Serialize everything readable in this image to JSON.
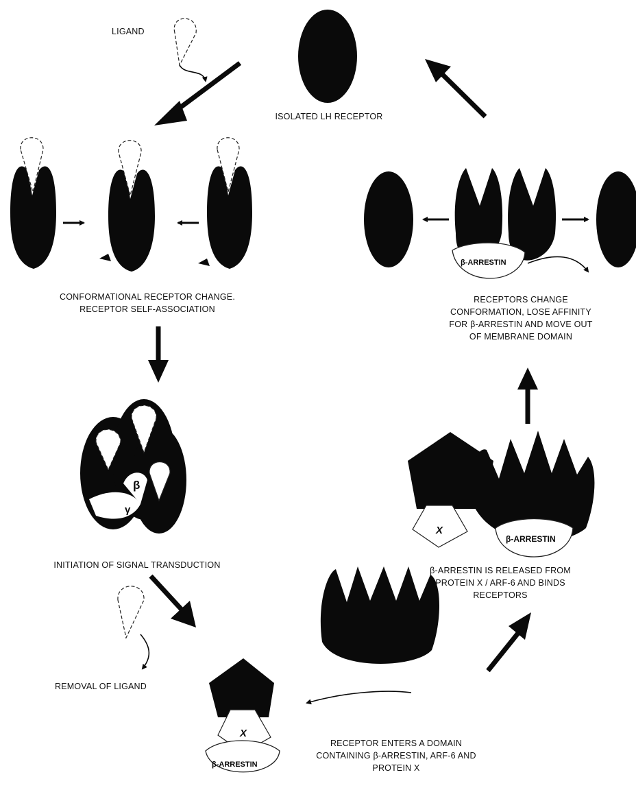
{
  "colors": {
    "ink": "#0a0a0a",
    "paper": "#ffffff"
  },
  "labels": {
    "ligand_top": "LIGAND",
    "isolated": "ISOLATED LH RECEPTOR",
    "conformational_1": "CONFORMATIONAL RECEPTOR CHANGE.",
    "conformational_2": "RECEPTOR SELF-ASSOCIATION",
    "initiation": "INITIATION OF SIGNAL TRANSDUCTION",
    "removal": "REMOVAL OF LIGAND",
    "enters_1": "RECEPTOR ENTERS A DOMAIN",
    "enters_2": "CONTAINING β-ARRESTIN, ARF-6 AND",
    "enters_3": "PROTEIN X",
    "released_1": "β-ARRESTIN IS RELEASED FROM",
    "released_2": "PROTEIN X / ARF-6 AND BINDS",
    "released_3": "RECEPTORS",
    "change_1": "RECEPTORS CHANGE",
    "change_2": "CONFORMATION, LOSE AFFINITY",
    "change_3": "FOR β-ARRESTIN  AND  MOVE OUT",
    "change_4": "OF MEMBRANE DOMAIN"
  },
  "glyphs": {
    "beta_arrestin": "β-ARRESTIN",
    "protein_x": "X",
    "g_beta": "β",
    "g_gamma": "γ"
  }
}
